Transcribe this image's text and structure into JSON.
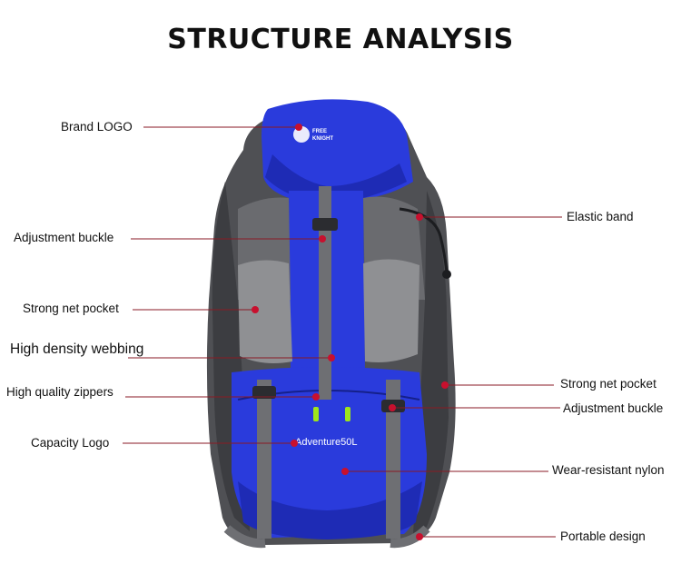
{
  "title": "STRUCTURE ANALYSIS",
  "colors": {
    "line": "#8a1a24",
    "dot": "#c8102e",
    "pack_blue": "#2636d8",
    "pack_gray": "#55565a",
    "mesh": "#8f9093",
    "strap": "#6e6f73"
  },
  "labels": {
    "brand_logo": "Brand LOGO",
    "adjustment_buckle_left": "Adjustment buckle",
    "strong_net_pocket_left": "Strong net pocket",
    "high_density_webbing": "High density webbing",
    "high_quality_zippers": "High quality zippers",
    "capacity_logo": "Capacity Logo",
    "elastic_band": "Elastic band",
    "strong_net_pocket_right": "Strong net pocket",
    "adjustment_buckle_right": "Adjustment buckle",
    "wear_resistant_nylon": "Wear-resistant nylon",
    "portable_design": "Portable design"
  },
  "product": {
    "capacity_text": "Adventure50L",
    "brand_text_1": "FREE",
    "brand_text_2": "KNIGHT"
  }
}
